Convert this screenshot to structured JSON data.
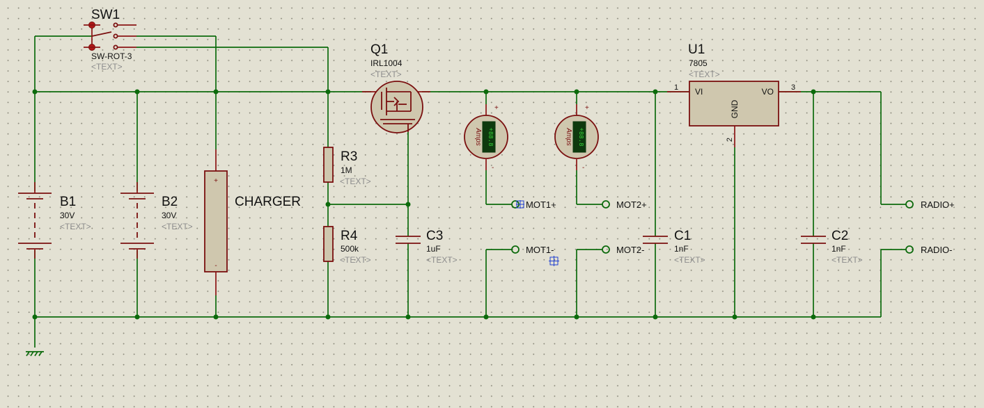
{
  "components": {
    "sw1": {
      "ref": "SW1",
      "value": "SW-ROT-3",
      "text": "<TEXT>"
    },
    "q1": {
      "ref": "Q1",
      "value": "IRL1004",
      "text": "<TEXT>"
    },
    "u1": {
      "ref": "U1",
      "value": "7805",
      "text": "<TEXT>",
      "pin_vi": "VI",
      "pin_vo": "VO",
      "pin_gnd": "GND",
      "pin1": "1",
      "pin2": "2",
      "pin3": "3"
    },
    "b1": {
      "ref": "B1",
      "value": "30V",
      "text": "<TEXT>"
    },
    "b2": {
      "ref": "B2",
      "value": "30V",
      "text": "<TEXT>"
    },
    "charger": {
      "ref": "CHARGER",
      "plus": "+",
      "minus": "-"
    },
    "r3": {
      "ref": "R3",
      "value": "1M",
      "text": "<TEXT>"
    },
    "r4": {
      "ref": "R4",
      "value": "500k",
      "text": "<TEXT>"
    },
    "c3": {
      "ref": "C3",
      "value": "1uF",
      "text": "<TEXT>"
    },
    "c1": {
      "ref": "C1",
      "value": "1nF",
      "text": "<TEXT>"
    },
    "c2": {
      "ref": "C2",
      "value": "1nF",
      "text": "<TEXT>"
    },
    "ammeter1": {
      "label": "Amps",
      "reading": "+88.8",
      "plus": "+",
      "minus": "-"
    },
    "ammeter2": {
      "label": "Amps",
      "reading": "+88.8",
      "plus": "+",
      "minus": "-"
    }
  },
  "terminals": {
    "mot1_plus": "MOT1+",
    "mot1_minus": "MOT1-",
    "mot2_plus": "MOT2+",
    "mot2_minus": "MOT2-",
    "radio_plus": "RADIO+",
    "radio_minus": "RADIO-"
  },
  "colors": {
    "background": "#e3e1d3",
    "wire": "#0c6a0c",
    "component": "#7a0f0f",
    "component_fill": "#cfc7ae",
    "meter_display": "#1a8a1a"
  }
}
